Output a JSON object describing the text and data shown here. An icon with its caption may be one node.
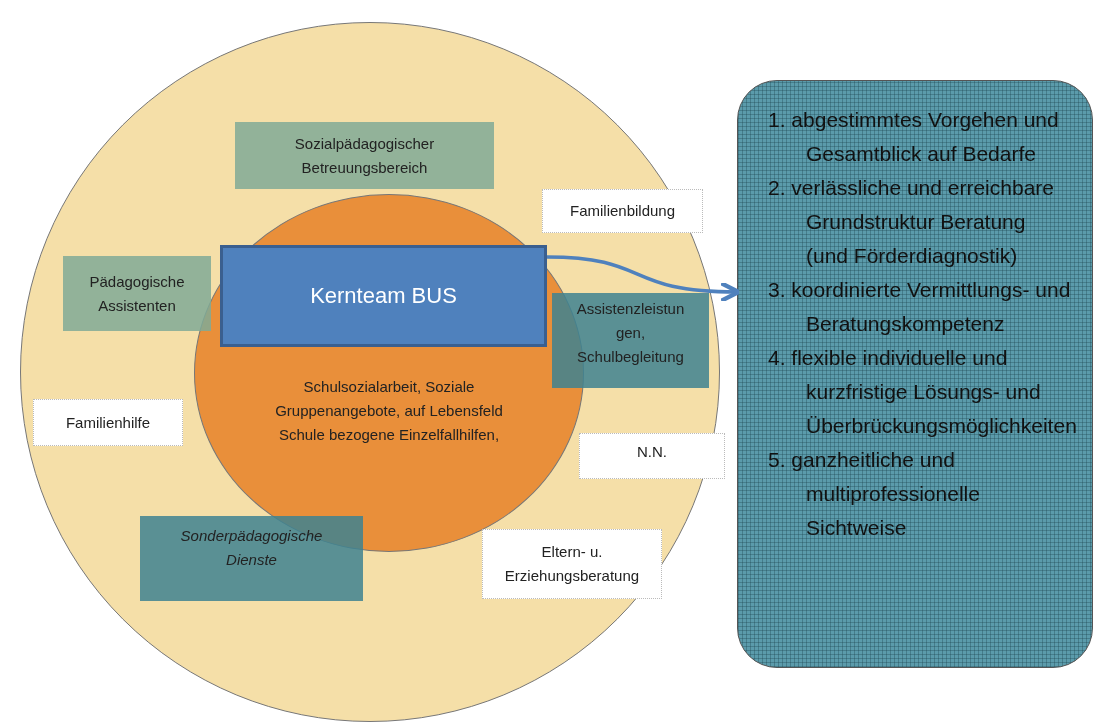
{
  "diagram": {
    "nodes": [
      {
        "text": [],
        "shape": "circle"
      },
      {
        "text": [
          "Schulsozialarbeit, Soziale Gruppenangebote, auf Lebensfeld Schule bezogene Einzelfallhilfen,"
        ],
        "in": 0
      },
      {
        "text": [
          "Kernteam BUS"
        ],
        "in": 1
      },
      {
        "text": [
          "Sozialpädagogischer Betreuungsbereich"
        ],
        "in": 0
      },
      {
        "text": [
          "Familienbildung"
        ],
        "in": 0
      },
      {
        "text": [
          "Pädagogische Assistenten"
        ],
        "in": 0
      },
      {
        "text": [
          "Assistenzleistun gen, Schulbegleitung"
        ],
        "in": 0
      },
      {
        "text": [
          "Familienhilfe"
        ],
        "in": 0
      },
      {
        "text": [
          "N.N."
        ],
        "in": 0
      },
      {
        "text": [
          "Sonderpädagogische Dienste"
        ],
        "in": 0
      },
      {
        "text": [
          "Eltern- u. Erziehungsberatung"
        ],
        "in": 0
      },
      {
        "text": [
          "1. abgestimmtes Vorgehen und Gesamtblick auf Bedarfe",
          "2. verlässliche und erreichbare Grundstruktur Beratung (und Förderdiagnostik)",
          "3. koordinierte Vermittlungs- und Beratungskompetenz",
          "4. flexible individuelle und kurzfristige Lösungs- und Überbrückungsmöglichkeiten",
          "5. ganzheitliche und multiprofessionelle Sichtweise"
        ]
      }
    ],
    "edges": [
      {
        "from": 2,
        "to": 11,
        "arrow": "to"
      }
    ]
  }
}
